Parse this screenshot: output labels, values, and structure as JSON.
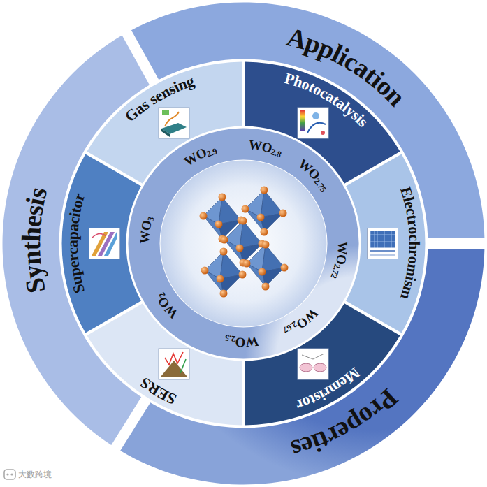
{
  "diagram": {
    "nodes": [
      {
        "text": [
          "Application"
        ]
      },
      {
        "text": [
          "Properties"
        ]
      },
      {
        "text": [
          "Synthesis"
        ]
      },
      {
        "text": [
          "Gas sensing"
        ]
      },
      {
        "text": [
          "Photocatalysis"
        ]
      },
      {
        "text": [
          "Electrochromism"
        ]
      },
      {
        "text": [
          "Memristor"
        ]
      },
      {
        "text": [
          "SERS"
        ]
      },
      {
        "text": [
          "Supercapacitor"
        ]
      },
      {
        "text": [
          "WO3",
          "WO2.9",
          "WO2.8",
          "WO2.75",
          "WO2.72",
          "WO2.67",
          "WO2.5",
          "WO2"
        ]
      }
    ],
    "labels": [
      "大数跨境"
    ]
  }
}
